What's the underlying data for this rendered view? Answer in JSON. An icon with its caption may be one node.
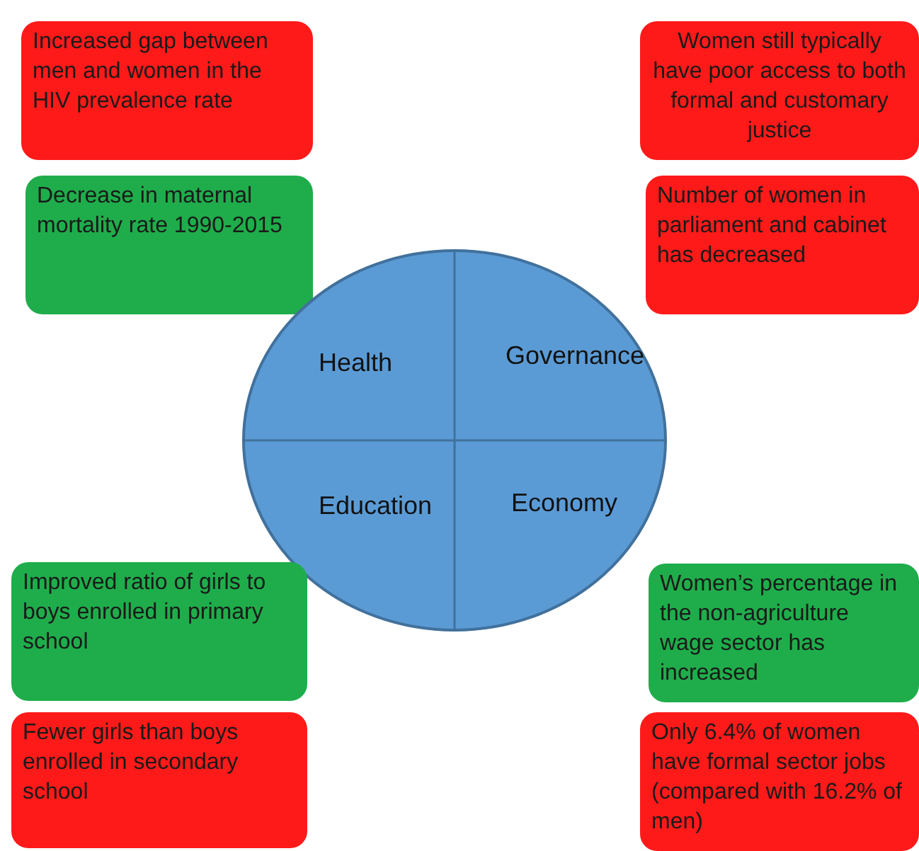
{
  "diagram": {
    "nodes": [
      {
        "text": [
          "Increased gap between men and women in the HIV prevalence rate"
        ]
      },
      {
        "text": [
          "Women still typically have poor access to both formal and customary justice"
        ]
      },
      {
        "text": [
          "Decrease in maternal mortality rate 1990-2015"
        ]
      },
      {
        "text": [
          "Number of women in parliament and cabinet has decreased"
        ]
      },
      {
        "text": [
          "Health",
          "Governance",
          "Education",
          "Economy"
        ]
      },
      {
        "text": [
          "Improved ratio of girls to boys enrolled in primary school"
        ]
      },
      {
        "text": [
          "Women’s percentage in the non-agriculture wage sector has increased"
        ]
      },
      {
        "text": [
          "Fewer girls than boys enrolled in secondary school"
        ]
      },
      {
        "text": [
          "Only 6.4% of women have formal sector jobs (compared with 16.2% of men)"
        ]
      }
    ],
    "edges": []
  }
}
